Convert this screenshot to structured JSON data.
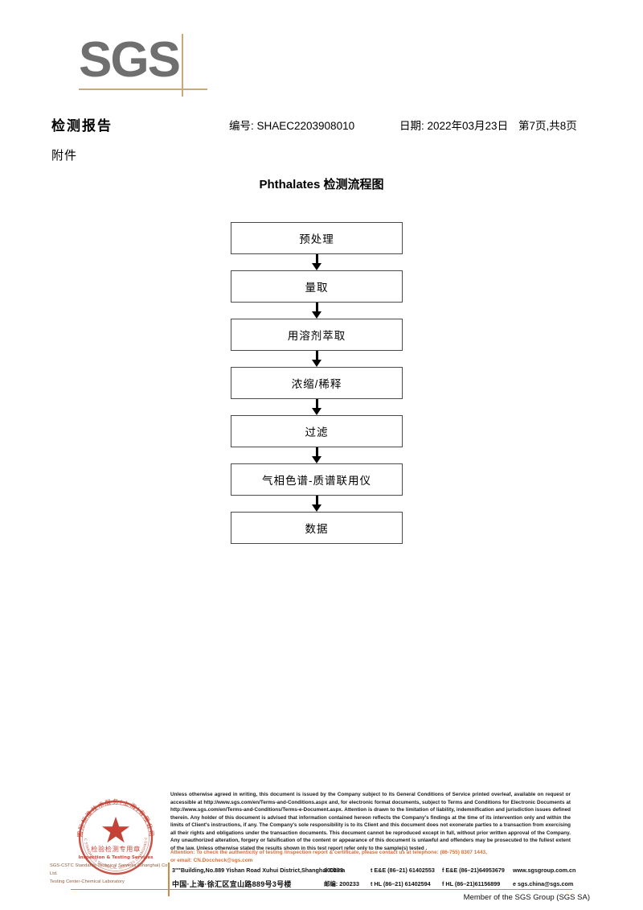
{
  "logo": {
    "text": "SGS",
    "color": "#6f6f6f",
    "rule_color": "#c9a87c"
  },
  "header": {
    "title": "检测报告",
    "report_no": "编号: SHAEC2203908010",
    "date": "日期: 2022年03月23日",
    "page": "第7页,共8页",
    "attachment_label": "附件"
  },
  "flowchart": {
    "title": "Phthalates 检测流程图",
    "steps": [
      {
        "label": "预处理"
      },
      {
        "label": "量取"
      },
      {
        "label": "用溶剂萃取"
      },
      {
        "label": "浓缩/稀释"
      },
      {
        "label": "过滤"
      },
      {
        "label": "气相色谱-质谱联用仪"
      },
      {
        "label": "数据"
      }
    ]
  },
  "seal": {
    "outer_text_cn": "国际标准技术服务(上海)有限公司",
    "outer_text_en": "SGS-CSTC STANDARDS TECHNICAL SERVICES (SHANGHAI) CO., LTD.",
    "inner_text_cn": "检验检测专用章",
    "inner_text_en": "Inspection & Testing Services",
    "color": "#c0392b"
  },
  "seal_company": {
    "line1": "SGS-CSTC Standards Technical Services (Shanghai) Co., Ltd.",
    "line2": "Testing Center-Chemical Laboratory"
  },
  "footer": {
    "legal_text": "Unless otherwise agreed in writing, this document is issued by the Company subject to its General Conditions of Service printed overleaf, available on request or accessible at http://www.sgs.com/en/Terms-and-Conditions.aspx and, for electronic format documents, subject to Terms and Conditions for Electronic Documents at http://www.sgs.com/en/Terms-and-Conditions/Terms-e-Document.aspx. Attention is drawn to the limitation of liability, indemnification and jurisdiction issues defined therein. Any holder of this document is advised that information contained hereon reflects the Company's findings at the time of its intervention only and within the limits of Client's instructions, if any. The Company's sole responsibility is to its Client and this document does not exonerate parties to a transaction from exercising all their rights and obligations under the transaction documents. This document cannot be reproduced except in full, without prior written approval of the Company. Any unauthorized alteration, forgery or falsification of the content or appearance of this document is unlawful and offenders may be prosecuted to the fullest extent of the law. Unless otherwise stated the results shown in this test report refer only to the sample(s) tested .",
    "attention_line1": "Attention: To check the authenticity of testing /inspection report & certificate, please contact us at telephone: (86-755) 8307 1443,",
    "attention_line2": "or email: CN.Doccheck@sgs.com",
    "attention_color": "#d4703a",
    "divider_color": "#d08a3e",
    "address": {
      "en": {
        "street": "3\"\"Building,No.889 Yishan Road Xuhui District,Shanghai China",
        "postcode": "200233",
        "tel1": "t E&E (86–21) 61402553",
        "tel2": "f E&E (86–21)64953679",
        "web": "www.sgsgroup.com.cn"
      },
      "cn": {
        "street": "中国·上海·徐汇区宜山路889号3号楼",
        "postcode": "邮编: 200233",
        "tel1": "t HL (86–21) 61402594",
        "tel2": "f HL (86–21)61156899",
        "web": "e sgs.china@sgs.com"
      }
    },
    "member_line": "Member of the SGS Group (SGS SA)"
  }
}
